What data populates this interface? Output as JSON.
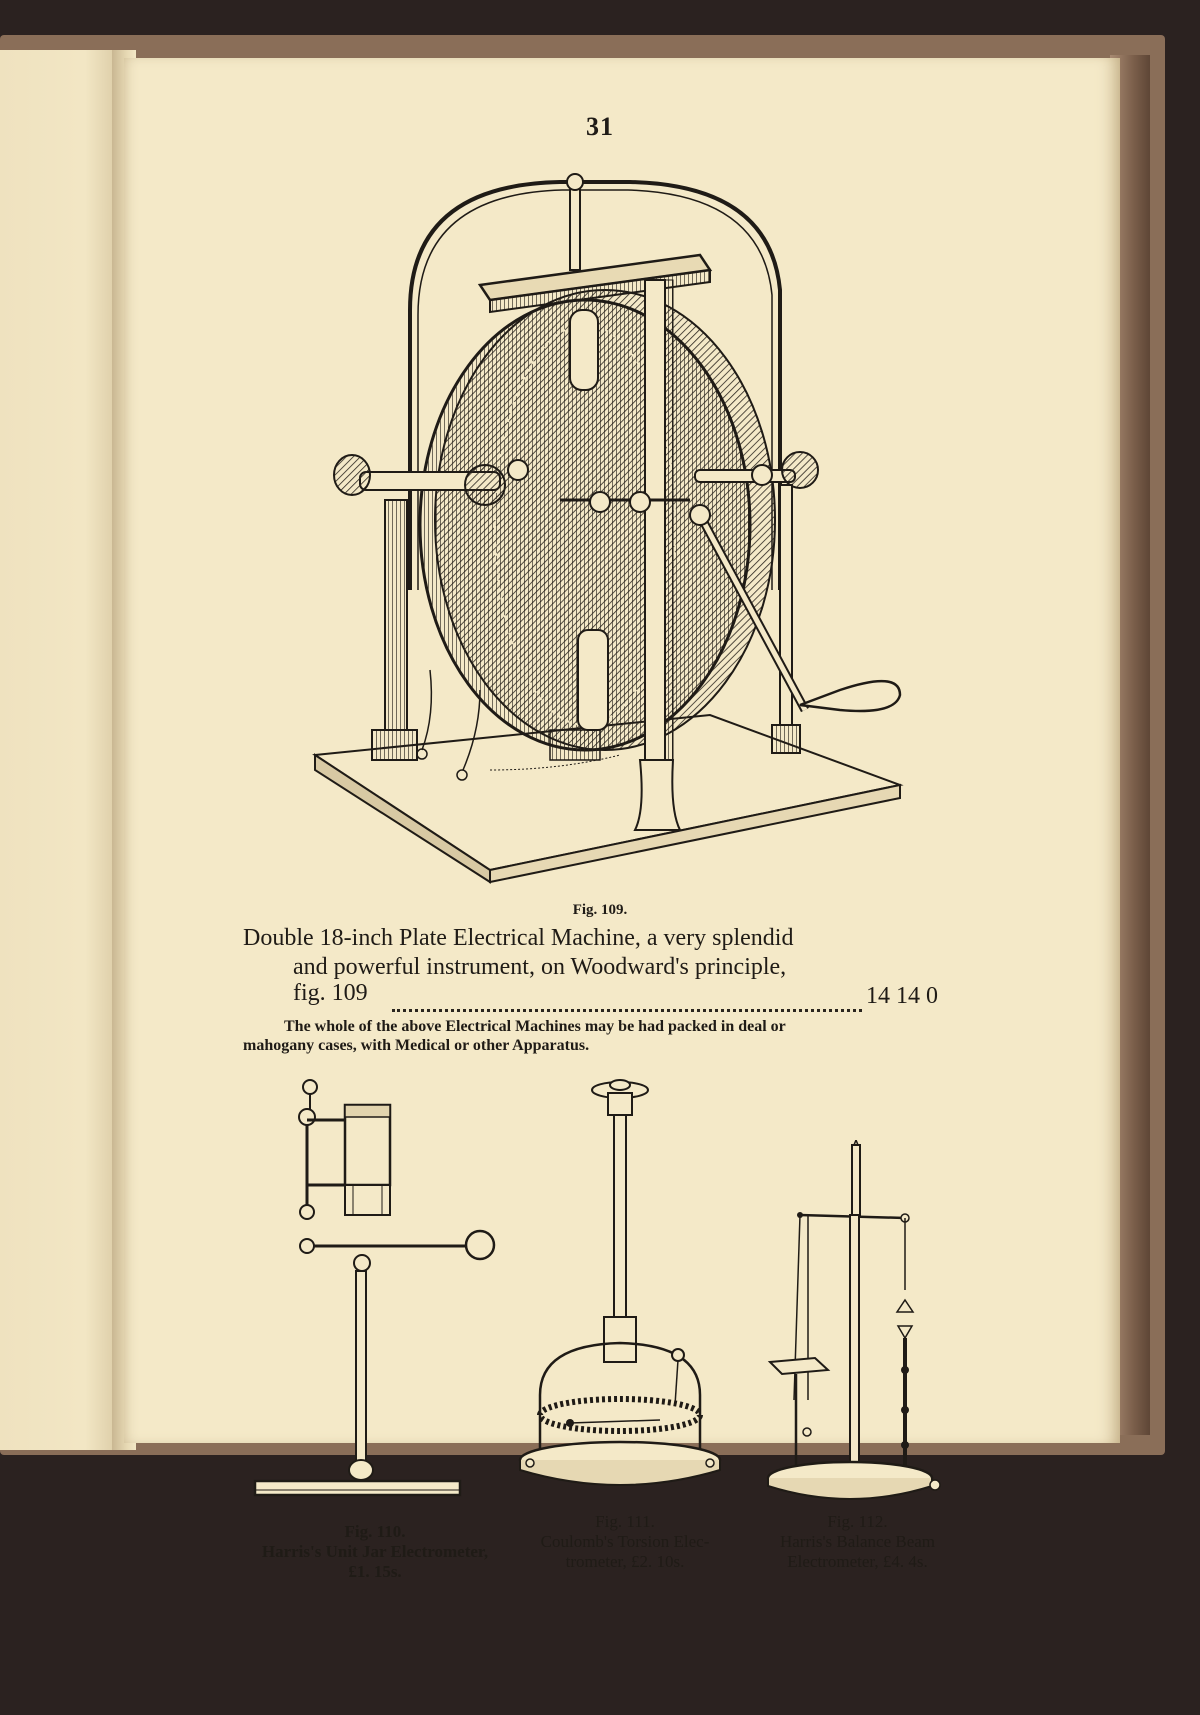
{
  "page_number": "31",
  "fig109": {
    "label": "Fig. 109.",
    "desc_line1": "Double 18-inch Plate Electrical Machine, a very splendid",
    "desc_line2": "and powerful instrument, on Woodward's principle,",
    "desc_line3_start": "fig. 109",
    "price": "14 14   0"
  },
  "note": {
    "line1": "The whole of the above Electrical Machines may be had packed in deal or",
    "line2": "mahogany cases, with Medical or other Apparatus."
  },
  "fig110": {
    "label": "Fig. 110.",
    "line1": "Harris's Unit Jar Electrometer,",
    "line2": "£1. 15s."
  },
  "fig111": {
    "label": "Fig. 111.",
    "line1": "Coulomb's Torsion Elec-",
    "line2": "trometer, £2. 10s."
  },
  "fig112": {
    "label": "Fig. 112.",
    "line1": "Harris's Balance Beam",
    "line2": "Electrometer, £4. 4s."
  },
  "colors": {
    "paper": "#f4e9c8",
    "ink": "#1f1b16",
    "cover": "#8a6e58"
  }
}
